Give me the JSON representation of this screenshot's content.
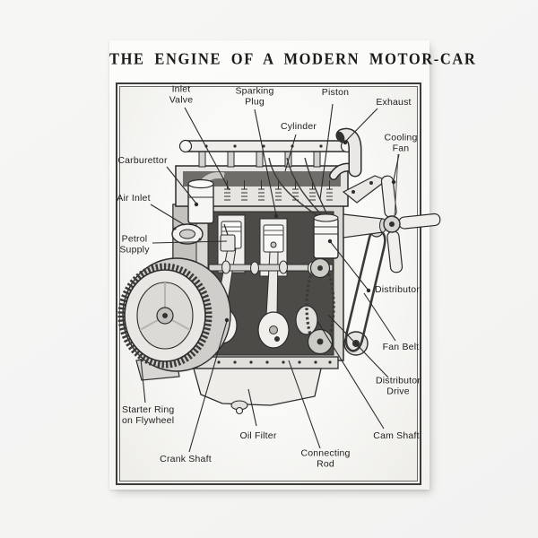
{
  "poster": {
    "title": "THE ENGINE OF A MODERN MOTOR-CAR"
  },
  "diagram": {
    "labels": [
      {
        "id": "inlet-valve",
        "text": "Inlet\nValve"
      },
      {
        "id": "sparking-plug",
        "text": "Sparking\nPlug"
      },
      {
        "id": "piston",
        "text": "Piston"
      },
      {
        "id": "exhaust",
        "text": "Exhaust"
      },
      {
        "id": "cylinder",
        "text": "Cylinder"
      },
      {
        "id": "cooling-fan",
        "text": "Cooling\nFan"
      },
      {
        "id": "carburettor",
        "text": "Carburettor"
      },
      {
        "id": "air-inlet",
        "text": "Air Inlet"
      },
      {
        "id": "petrol-supply",
        "text": "Petrol\nSupply"
      },
      {
        "id": "distributor",
        "text": "Distributor"
      },
      {
        "id": "fan-belt",
        "text": "Fan Belt"
      },
      {
        "id": "distributor-drive",
        "text": "Distributor\nDrive"
      },
      {
        "id": "cam-shaft",
        "text": "Cam Shaft"
      },
      {
        "id": "starter-ring-on-flywheel",
        "text": "Starter Ring\non Flywheel"
      },
      {
        "id": "oil-filter",
        "text": "Oil Filter"
      },
      {
        "id": "crank-shaft",
        "text": "Crank Shaft"
      },
      {
        "id": "connecting-rod",
        "text": "Connecting\nRod"
      }
    ]
  },
  "colors": {
    "ink": "#2b2b2b",
    "paper": "#fbfbf9",
    "background": "#f5f5f4"
  }
}
